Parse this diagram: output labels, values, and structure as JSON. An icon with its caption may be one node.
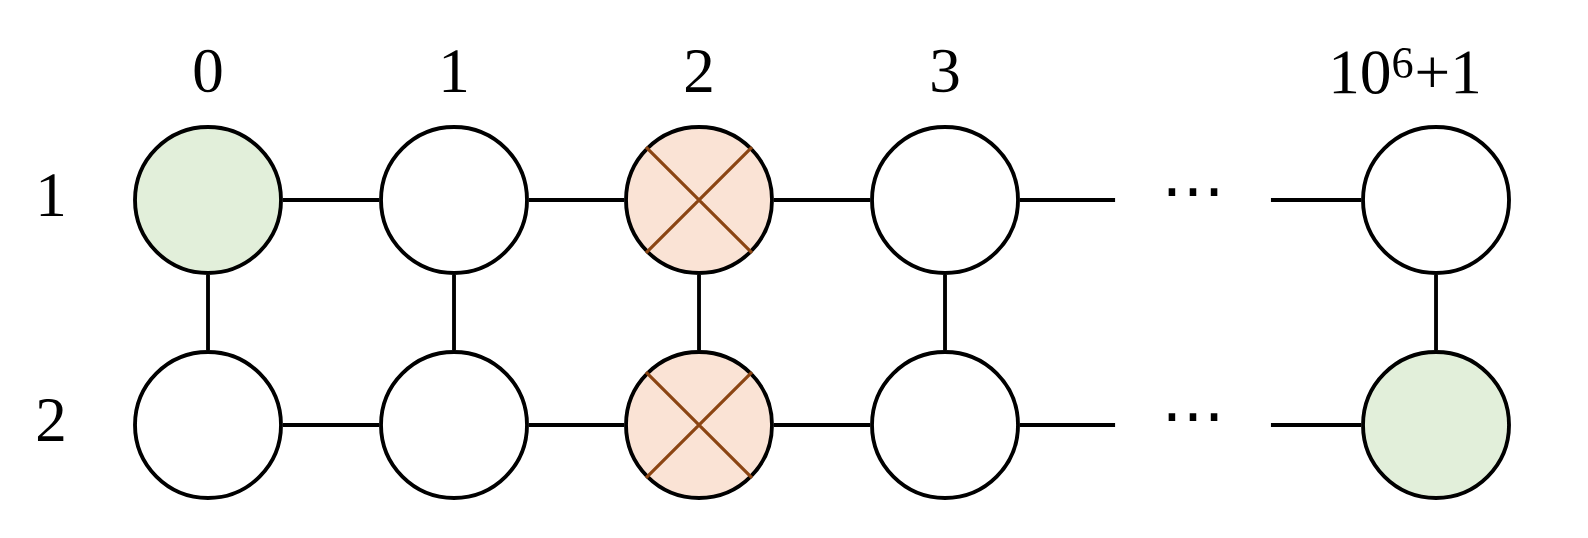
{
  "diagram": {
    "nodes": [
      {
        "text": [],
        "shape": "circle"
      },
      {
        "text": [],
        "shape": "circle"
      },
      {
        "text": [],
        "shape": "circle"
      },
      {
        "text": [],
        "shape": "circle"
      },
      {
        "text": [
          "⋯"
        ]
      },
      {
        "text": [],
        "shape": "circle"
      },
      {
        "text": [],
        "shape": "circle"
      },
      {
        "text": [],
        "shape": "circle"
      },
      {
        "text": [],
        "shape": "circle"
      },
      {
        "text": [],
        "shape": "circle"
      },
      {
        "text": [
          "⋯"
        ]
      },
      {
        "text": [],
        "shape": "circle"
      }
    ],
    "edges": [
      {
        "from": 0,
        "to": 1,
        "arrow": "none"
      },
      {
        "from": 1,
        "to": 2,
        "arrow": "none"
      },
      {
        "from": 2,
        "to": 3,
        "arrow": "none"
      },
      {
        "from": 3,
        "to": 4,
        "arrow": "none"
      },
      {
        "from": 4,
        "to": 5,
        "arrow": "none"
      },
      {
        "from": 0,
        "to": 6,
        "arrow": "none"
      },
      {
        "from": 1,
        "to": 7,
        "arrow": "none"
      },
      {
        "from": 2,
        "to": 8,
        "arrow": "none"
      },
      {
        "from": 3,
        "to": 9,
        "arrow": "none"
      },
      {
        "from": 5,
        "to": 11,
        "arrow": "none"
      },
      {
        "from": 6,
        "to": 7,
        "arrow": "none"
      },
      {
        "from": 7,
        "to": 8,
        "arrow": "none"
      },
      {
        "from": 8,
        "to": 9,
        "arrow": "none"
      },
      {
        "from": 9,
        "to": 10,
        "arrow": "none"
      },
      {
        "from": 10,
        "to": 11,
        "arrow": "none"
      }
    ],
    "labels": [
      "0",
      "1",
      "2",
      "3",
      "10$^{6}$+1",
      "1",
      "2"
    ]
  }
}
